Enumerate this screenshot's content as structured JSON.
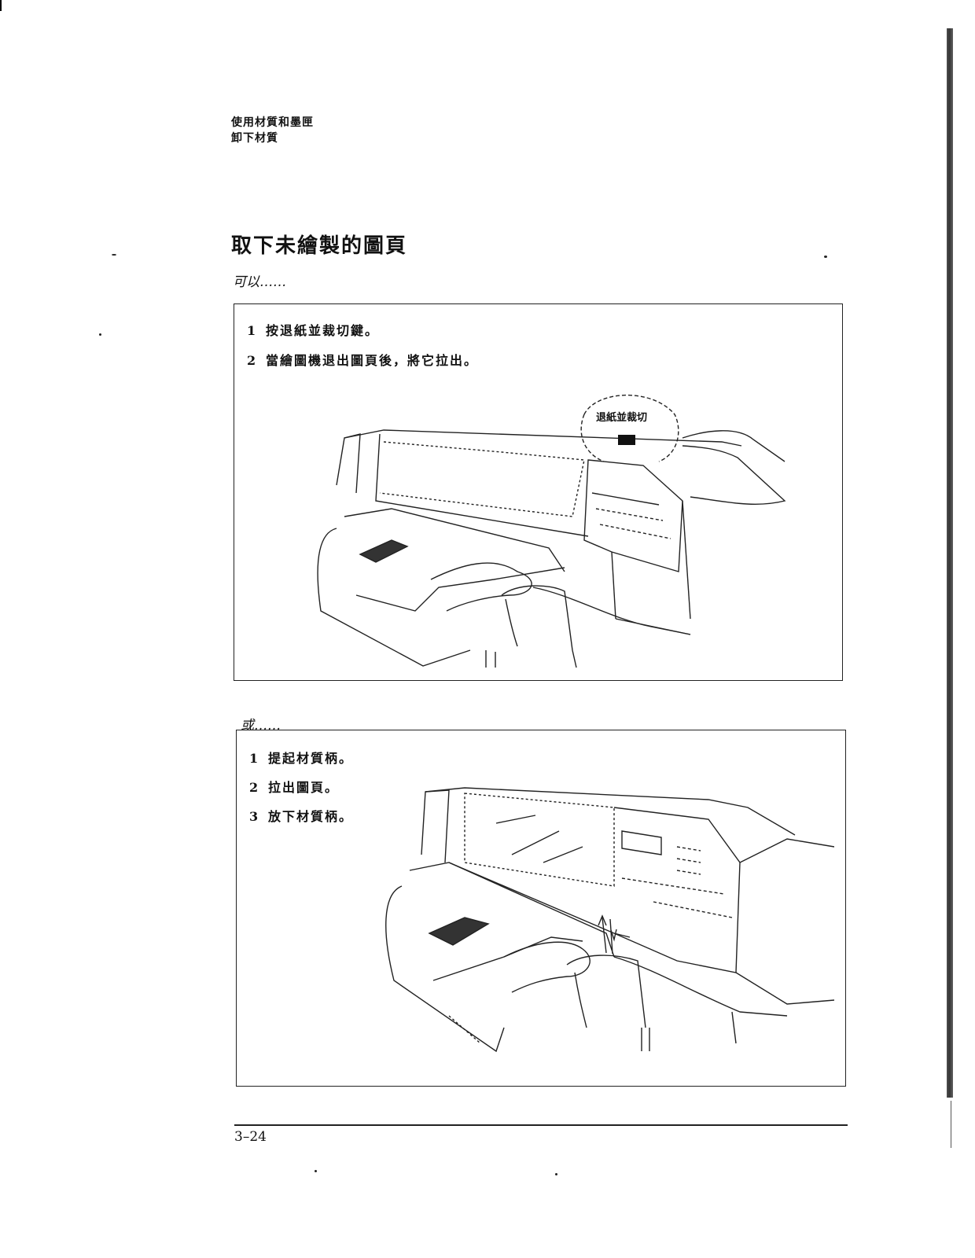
{
  "header": {
    "chapter": "使用材質和墨匣",
    "section": "卸下材質"
  },
  "title": "取下未繪製的圖頁",
  "methods": [
    {
      "lead_in": "可以……",
      "steps": [
        {
          "num": "1",
          "text": "按退紙並裁切鍵。"
        },
        {
          "num": "2",
          "text": "當繪圖機退出圖頁後，將它拉出。"
        }
      ],
      "callout_label": "退紙並裁切"
    },
    {
      "lead_in": "或……",
      "steps": [
        {
          "num": "1",
          "text": "提起材質柄。"
        },
        {
          "num": "2",
          "text": "拉出圖頁。"
        },
        {
          "num": "3",
          "text": "放下材質柄。"
        }
      ]
    }
  ],
  "footer": {
    "page_number": "3–24"
  }
}
